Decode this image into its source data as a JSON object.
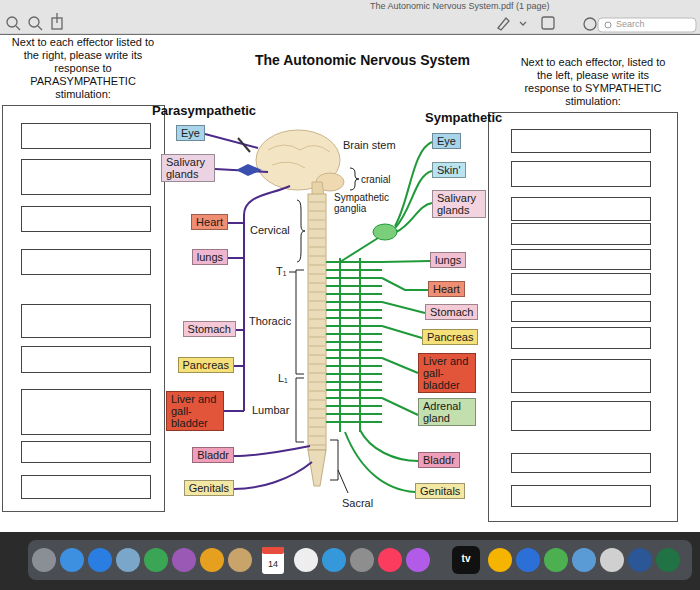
{
  "diagram": {
    "title": "The Autonomic Nervous System",
    "nodes": [
      {
        "text": [
          "Next to each effector listed to the right, please write its response to PARASYMPATHETIC stimulation:"
        ]
      },
      {
        "text": [
          "Next to each effector, listed to the left, please write its response to SYMPATHETIC stimulation:"
        ]
      },
      {
        "text": [
          "Eye"
        ]
      },
      {
        "text": [
          "Salivary glands"
        ]
      },
      {
        "text": [
          "Heart"
        ]
      },
      {
        "text": [
          "lungs"
        ]
      },
      {
        "text": [
          "Stomach"
        ]
      },
      {
        "text": [
          "Pancreas"
        ]
      },
      {
        "text": [
          "Liver and gall-bladder"
        ]
      },
      {
        "text": [
          "Bladdr"
        ]
      },
      {
        "text": [
          "Genitals"
        ]
      },
      {
        "text": [
          "Eye"
        ]
      },
      {
        "text": [
          "Skin'"
        ]
      },
      {
        "text": [
          "Salivary glands"
        ]
      },
      {
        "text": [
          "lungs"
        ]
      },
      {
        "text": [
          "Heart"
        ]
      },
      {
        "text": [
          "Stomach"
        ]
      },
      {
        "text": [
          "Pancreas"
        ]
      },
      {
        "text": [
          "Liver and gall-bladder"
        ]
      },
      {
        "text": [
          "Adrenal gland"
        ]
      },
      {
        "text": [
          "Bladdr"
        ]
      },
      {
        "text": [
          "Genitals"
        ]
      }
    ],
    "labels": [
      "The Autonomic Nervous System.pdf (1 page)",
      "Search",
      "Parasympathetic",
      "Sympathetic",
      "Brain stem",
      "cranial",
      "Sympathetic ganglia",
      "Cervical",
      "T₁",
      "Thoracic",
      "L₁",
      "Lumbar",
      "Sacral",
      "14",
      "tv"
    ]
  }
}
